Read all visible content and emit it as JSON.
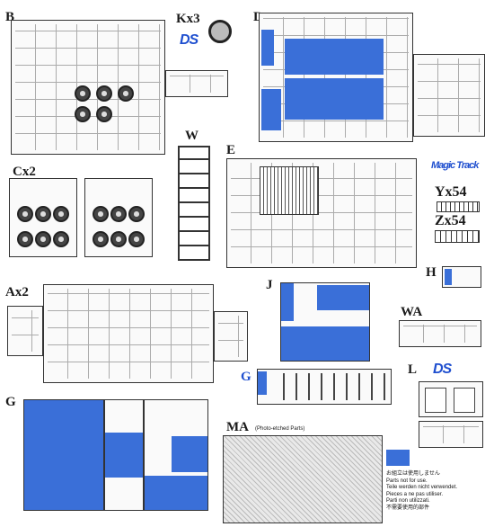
{
  "sprues": {
    "B": {
      "label": "B"
    },
    "K": {
      "label": "Kx3"
    },
    "D": {
      "label": "D"
    },
    "W": {
      "label": "W"
    },
    "C": {
      "label": "Cx2"
    },
    "E": {
      "label": "E"
    },
    "Y": {
      "label": "Yx54"
    },
    "Z": {
      "label": "Zx54"
    },
    "H": {
      "label": "H"
    },
    "A": {
      "label": "Ax2"
    },
    "J": {
      "label": "J"
    },
    "WA": {
      "label": "WA"
    },
    "G": {
      "label": "G"
    },
    "Gb": {
      "label": "G"
    },
    "L": {
      "label": "L"
    },
    "MA": {
      "label": "MA",
      "note": "(Photo-etched Parts)"
    }
  },
  "logos": {
    "ds_small": "DS",
    "magic_track": "Magic Track"
  },
  "notice": {
    "lines": [
      "お組立は使用しません",
      "Parts not for use.",
      "Teile werden nicht verwendet.",
      "Pieces a ne pas utiliser.",
      "Parti non utilizzati.",
      "不需要使用的部件"
    ]
  },
  "colors": {
    "accent_blue": "#3a6fd8",
    "ds_blue": "#1f4fcf"
  }
}
